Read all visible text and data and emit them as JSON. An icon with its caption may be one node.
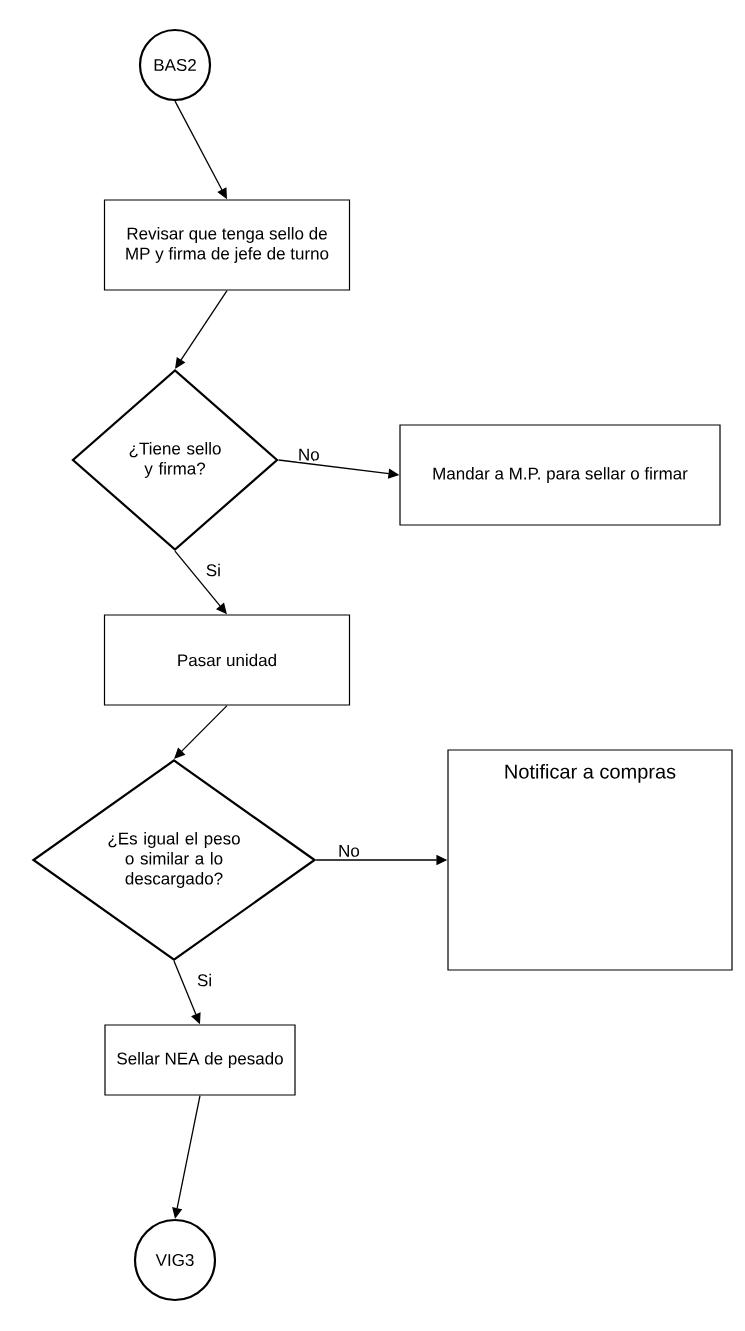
{
  "diagram": {
    "nodes": [
      {
        "text": [
          "BAS2"
        ]
      },
      {
        "text": [
          "Revisar que tenga sello de MP y firma de jefe de turno"
        ]
      },
      {
        "text": [
          "¿Tiene sello y firma?"
        ]
      },
      {
        "text": [
          "Mandar a M.P. para sellar o firmar"
        ]
      },
      {
        "text": [
          "Pasar unidad"
        ]
      },
      {
        "text": [
          "¿Es igual el peso o similar a lo descargado?"
        ]
      },
      {
        "text": [
          "Notificar a compras"
        ]
      },
      {
        "text": [
          "Sellar NEA de pesado"
        ]
      },
      {
        "text": [
          "VIG3"
        ]
      }
    ],
    "edges": [
      {
        "from": 0,
        "to": 1,
        "arrow": "to"
      },
      {
        "from": 1,
        "to": 2,
        "arrow": "to"
      },
      {
        "from": 2,
        "to": 3,
        "arrow": "to",
        "label": "No"
      },
      {
        "from": 2,
        "to": 4,
        "arrow": "to",
        "label": "Si"
      },
      {
        "from": 4,
        "to": 5,
        "arrow": "to"
      },
      {
        "from": 5,
        "to": 6,
        "arrow": "to",
        "label": "No"
      },
      {
        "from": 5,
        "to": 7,
        "arrow": "to",
        "label": "Si"
      },
      {
        "from": 7,
        "to": 8,
        "arrow": "to"
      }
    ]
  }
}
